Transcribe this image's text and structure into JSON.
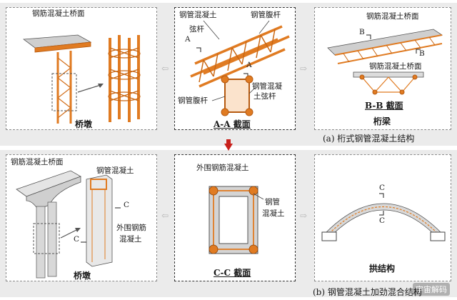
{
  "top": {
    "left_panel": {
      "label_deck": "钢筋混凝土桥面",
      "caption": "桥墩"
    },
    "center_panel": {
      "label_chord": "钢管混凝土",
      "label_chord_2": "弦杆",
      "label_web": "钢管腹杆",
      "label_section_A_left": "A",
      "label_section_A_right": "A",
      "label_web_2": "钢管腹杆",
      "label_chord_3": "钢管混凝",
      "label_chord_4": "土弦杆",
      "caption": "A-A 截面"
    },
    "right_panel": {
      "label_deck": "钢筋混凝土桥面",
      "label_B1": "B",
      "label_B2": "B",
      "label_deck_2": "钢筋混凝土桥面",
      "caption_1": "B-B 截面",
      "caption_2": "桁梁"
    },
    "group_caption": "(a) 桁式钢管混凝土结构"
  },
  "bottom": {
    "left_panel": {
      "label_deck": "钢筋混凝土桥面",
      "label_cfst": "钢管混凝土",
      "label_C1": "C",
      "label_C2": "C",
      "label_outer_1": "外围钢筋",
      "label_outer_2": "混凝土",
      "caption": "桥墩"
    },
    "center_panel": {
      "label_outer": "外围钢筋混凝土",
      "label_tube_1": "钢管",
      "label_tube_2": "混凝土",
      "caption": "C-C 截面"
    },
    "right_panel": {
      "label_C1": "C",
      "label_C2": "C",
      "caption": "拱结构"
    },
    "group_caption": "(b) 钢管混凝土加劲混合结构"
  },
  "watermark": "宇宙解码",
  "colors": {
    "steel": "#e07b22",
    "steel_dark": "#b65a10",
    "concrete": "#cfcfcf",
    "band": "#ebebeb",
    "arrow_red": "#c8201b"
  }
}
